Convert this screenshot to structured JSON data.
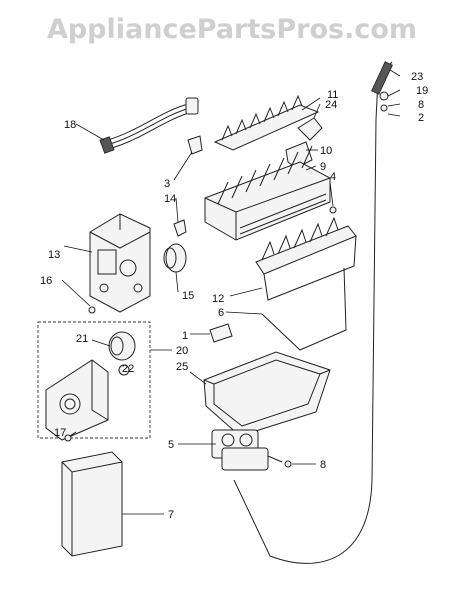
{
  "watermark": "AppliancePartsPros.com",
  "callouts": {
    "n1": "1",
    "n2": "2",
    "n3": "3",
    "n4": "4",
    "n5": "5",
    "n6": "6",
    "n7": "7",
    "n8a": "8",
    "n8b": "8",
    "n9": "9",
    "n10": "10",
    "n11": "11",
    "n12": "12",
    "n13": "13",
    "n14": "14",
    "n15": "15",
    "n16": "16",
    "n17": "17",
    "n18": "18",
    "n19": "19",
    "n20": "20",
    "n21": "21",
    "n22": "22",
    "n23": "23",
    "n24": "24",
    "n25": "25"
  }
}
